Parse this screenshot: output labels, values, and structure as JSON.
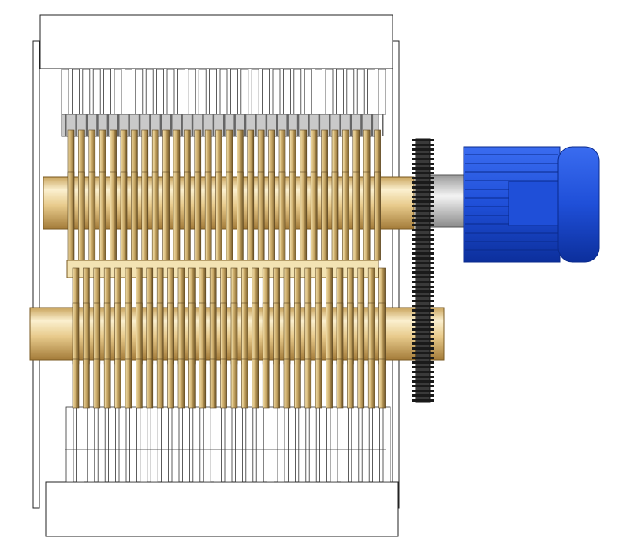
{
  "diagram": {
    "subject": "twin-shaft-shredder",
    "watermark_text": "",
    "colors": {
      "frame_stroke": "#222222",
      "frame_fill": "#ffffff",
      "shaft_light": "#fbecc3",
      "shaft_mid": "#e7c98a",
      "shaft_dark": "#b58e48",
      "blade_light": "#f3dfa6",
      "blade_dark": "#6e5526",
      "comb_gray": "#c9c9c9",
      "gear_dark": "#2f2f2f",
      "motor_blue": "#1f4fd8",
      "motor_dark": "#0a2a8c",
      "coupling_gray": "#d8d8d8"
    },
    "parts": [
      "side-frame",
      "top-cover",
      "bottom-cover",
      "upper-shaft",
      "lower-shaft",
      "cutter-blades",
      "comb-plate",
      "drive-gear",
      "motor"
    ]
  }
}
